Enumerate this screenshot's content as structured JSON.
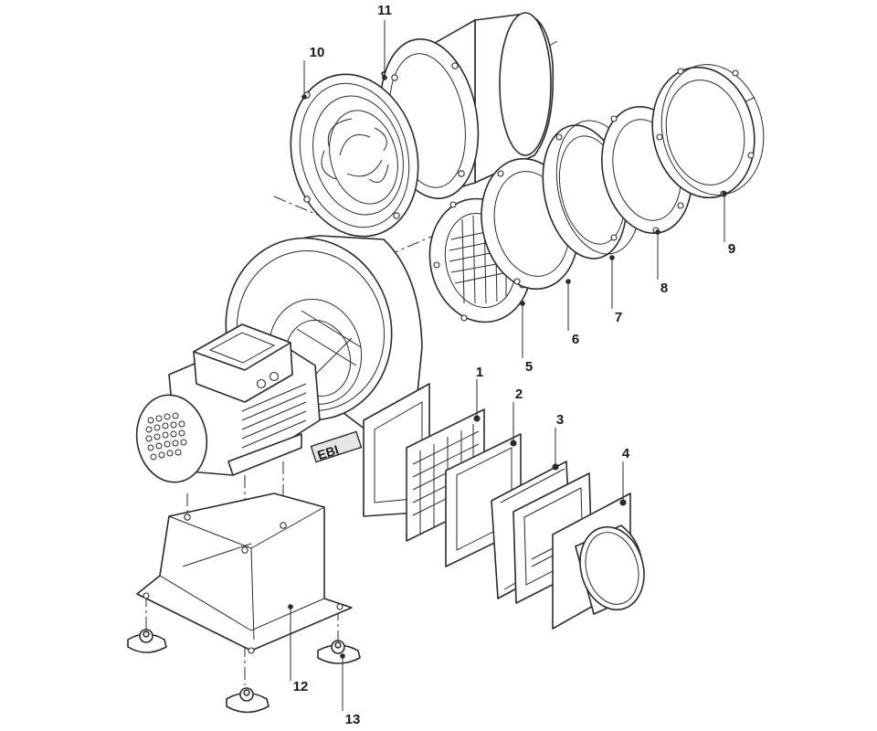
{
  "callouts": [
    {
      "id": "1",
      "label": "1"
    },
    {
      "id": "2",
      "label": "2"
    },
    {
      "id": "3",
      "label": "3"
    },
    {
      "id": "4",
      "label": "4"
    },
    {
      "id": "5",
      "label": "5"
    },
    {
      "id": "6",
      "label": "6"
    },
    {
      "id": "7",
      "label": "7"
    },
    {
      "id": "8",
      "label": "8"
    },
    {
      "id": "9",
      "label": "9"
    },
    {
      "id": "10",
      "label": "10"
    },
    {
      "id": "11",
      "label": "11"
    },
    {
      "id": "12",
      "label": "12"
    },
    {
      "id": "13",
      "label": "13"
    }
  ],
  "brand_logo": "EBI",
  "colors": {
    "line": "#2b2b2b",
    "background": "#ffffff"
  }
}
